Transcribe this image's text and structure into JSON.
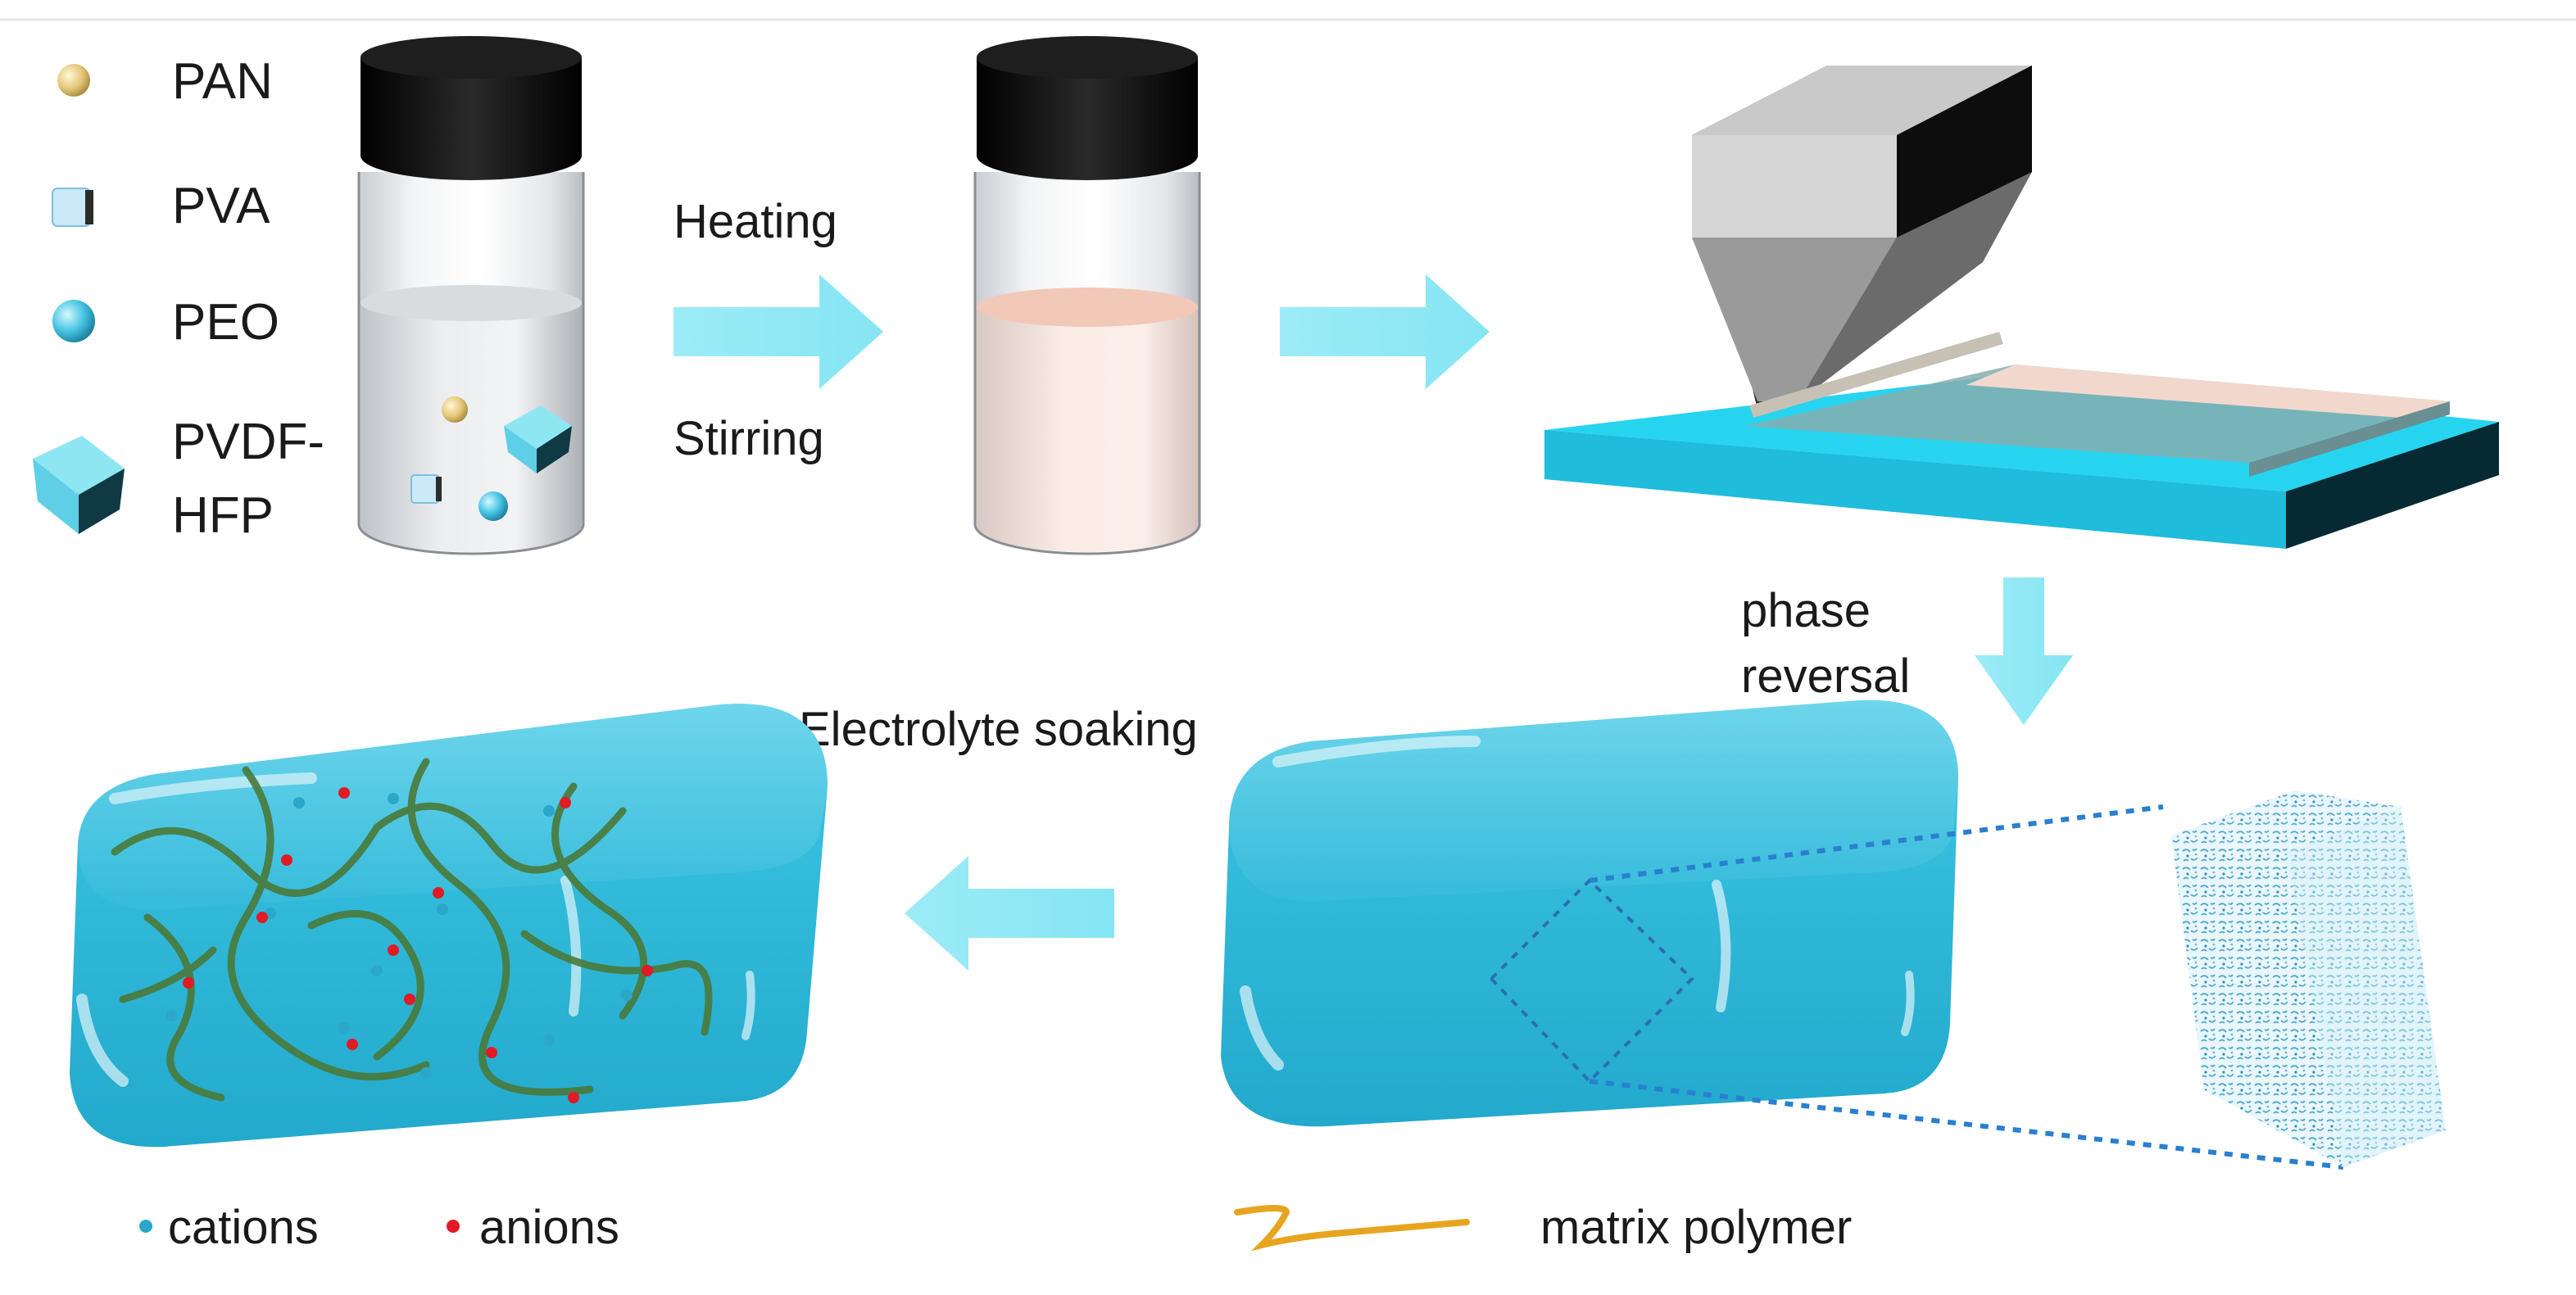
{
  "legend": {
    "materials": [
      {
        "label": "PAN",
        "icon": "pan-sphere-icon"
      },
      {
        "label": "PVA",
        "icon": "pva-cube-icon"
      },
      {
        "label": "PEO",
        "icon": "peo-sphere-icon"
      },
      {
        "label": "PVDF-",
        "label2": "HFP",
        "icon": "pvdf-hfp-cube-icon"
      }
    ],
    "ions": {
      "cations": "cations",
      "anions": "anions"
    },
    "matrix": "matrix polymer"
  },
  "steps": {
    "heating": "Heating",
    "stirring": "Stirring",
    "phase": "phase",
    "reversal": "reversal",
    "soaking": "Electrolyte soaking"
  },
  "colors": {
    "arrow": "#8fe9f5",
    "gel": "#36c3e0",
    "substrate": "#1fd3f0",
    "cap": "#0c0c0c",
    "fiber": "#4a7a3a",
    "anion": "#e01b24",
    "cation": "#2aa7c9",
    "matrix_line": "#e7a51f",
    "pan": "#e8d28a",
    "solution": "#f6d9cc"
  }
}
